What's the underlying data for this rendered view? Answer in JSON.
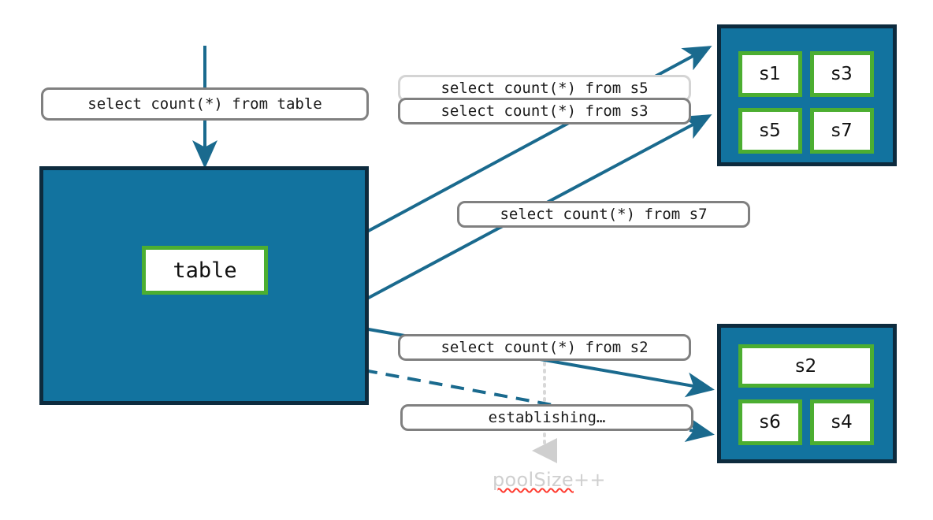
{
  "diagram": {
    "title": "connection pool fan-out diagram",
    "colors": {
      "group_fill": "#12739F",
      "group_border": "#0D2B3E",
      "node_border": "#4CAE31",
      "node_fill": "#FFFFFF",
      "edge": "#1A6A8E",
      "pill_border": "#808080",
      "pill_border_light": "#D4D4D4",
      "ghost_text": "#CFCFCF",
      "spellcheck_underline": "#FF3B30"
    }
  },
  "source": {
    "query_label": "select count(*) from table",
    "group_name": "table-group",
    "node_label": "table"
  },
  "targets": [
    {
      "name": "server-group-top",
      "nodes": [
        "s1",
        "s3",
        "s5",
        "s7"
      ]
    },
    {
      "name": "server-group-bottom",
      "nodes": [
        "s2",
        "s6",
        "s4"
      ]
    }
  ],
  "edge_labels": [
    {
      "name": "query-s5",
      "text": "select count(*) from s5",
      "style": "light"
    },
    {
      "name": "query-s3",
      "text": "select count(*) from s3",
      "style": "dark"
    },
    {
      "name": "query-s7",
      "text": "select count(*) from s7",
      "style": "dark"
    },
    {
      "name": "query-s2",
      "text": "select count(*) from s2",
      "style": "dark"
    },
    {
      "name": "status-establishing",
      "text": "establishing…",
      "style": "dark"
    }
  ],
  "annotation": {
    "name": "poolsize-increment",
    "text": "poolSize",
    "suffix": "++"
  }
}
